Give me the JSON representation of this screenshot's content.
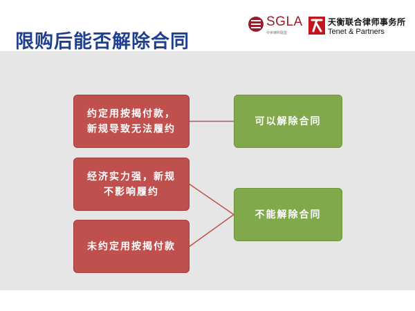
{
  "slide": {
    "title": "限购后能否解除合同"
  },
  "logos": {
    "sgla": {
      "name": "SGLA",
      "subtitle": "中世律所联盟"
    },
    "tenet": {
      "cn_name": "天衡联合律师事务所",
      "en_name": "Tenet & Partners"
    }
  },
  "diagram": {
    "conditions": [
      {
        "lines": [
          "约定用按揭付款，",
          "新规导致无法履约"
        ]
      },
      {
        "lines": [
          "经济实力强，新规",
          "不影响履约"
        ]
      },
      {
        "lines": [
          "未约定用按揭付款"
        ]
      }
    ],
    "outcomes": [
      {
        "label": "可以解除合同"
      },
      {
        "label": "不能解除合同"
      }
    ],
    "links": [
      {
        "from": 0,
        "to": 0
      },
      {
        "from": 1,
        "to": 1
      },
      {
        "from": 2,
        "to": 1
      }
    ],
    "colors": {
      "condition_fill": "#c0504d",
      "outcome_fill": "#7fa94a",
      "connector": "#c0504d",
      "title": "#1f3f8f"
    }
  }
}
